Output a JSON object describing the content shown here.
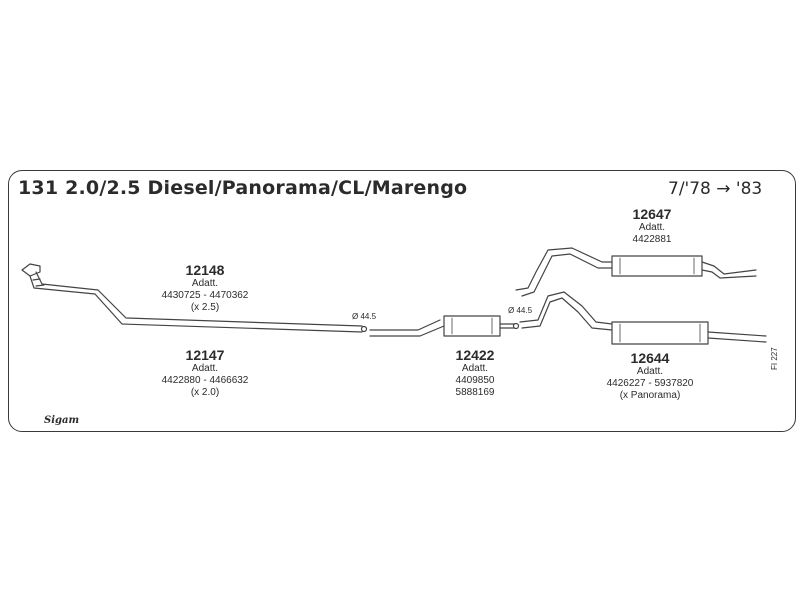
{
  "title": "131 2.0/2.5 Diesel/Panorama/CL/Marengo",
  "years": "7/'78 → '83",
  "parts": [
    {
      "number": "12148",
      "lines": [
        "Adatt.",
        "4430725 - 4470362",
        "(x 2.5)"
      ]
    },
    {
      "number": "12147",
      "lines": [
        "Adatt.",
        "4422880 - 4466632",
        "(x 2.0)"
      ]
    },
    {
      "number": "12422",
      "lines": [
        "Adatt.",
        "4409850",
        "5888169"
      ]
    },
    {
      "number": "12647",
      "lines": [
        "Adatt.",
        "4422881"
      ]
    },
    {
      "number": "12644",
      "lines": [
        "Adatt.",
        "4426227 - 5937820",
        "(x Panorama)"
      ]
    }
  ],
  "diameters": [
    "Ø 44.5",
    "Ø 44.5"
  ],
  "figure_ref": "FI 227",
  "logo_text": "Sigam"
}
